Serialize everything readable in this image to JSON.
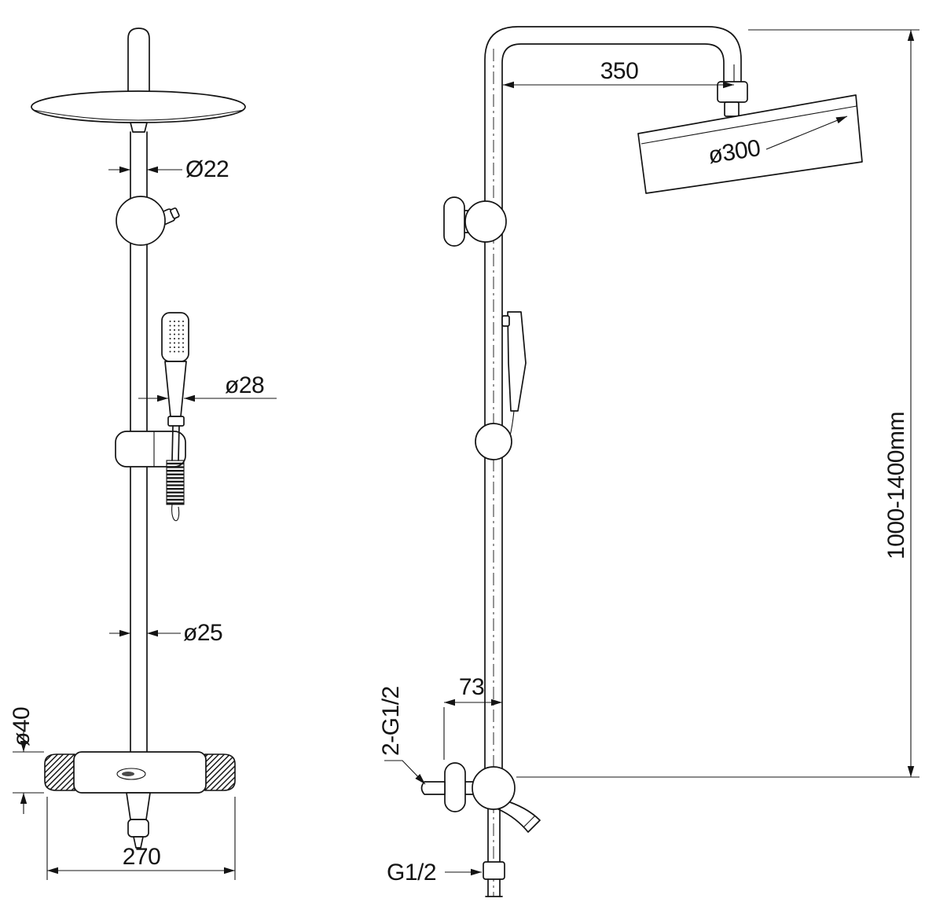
{
  "colors": {
    "line": "#141414",
    "background": "#ffffff"
  },
  "front_view": {
    "dim_pole_upper": "Ø22",
    "dim_hand_shower": "ø28",
    "dim_pole_lower": "ø25",
    "dim_mixer_body": "ø40",
    "dim_mixer_width": "270"
  },
  "side_view": {
    "dim_arm_length": "350",
    "dim_head_diameter": "ø300",
    "dim_wall_distance": "73",
    "dim_inlet_thread": "2-G1/2",
    "dim_outlet_thread": "G1/2",
    "dim_adjustable_height": "1000-1400mm"
  }
}
